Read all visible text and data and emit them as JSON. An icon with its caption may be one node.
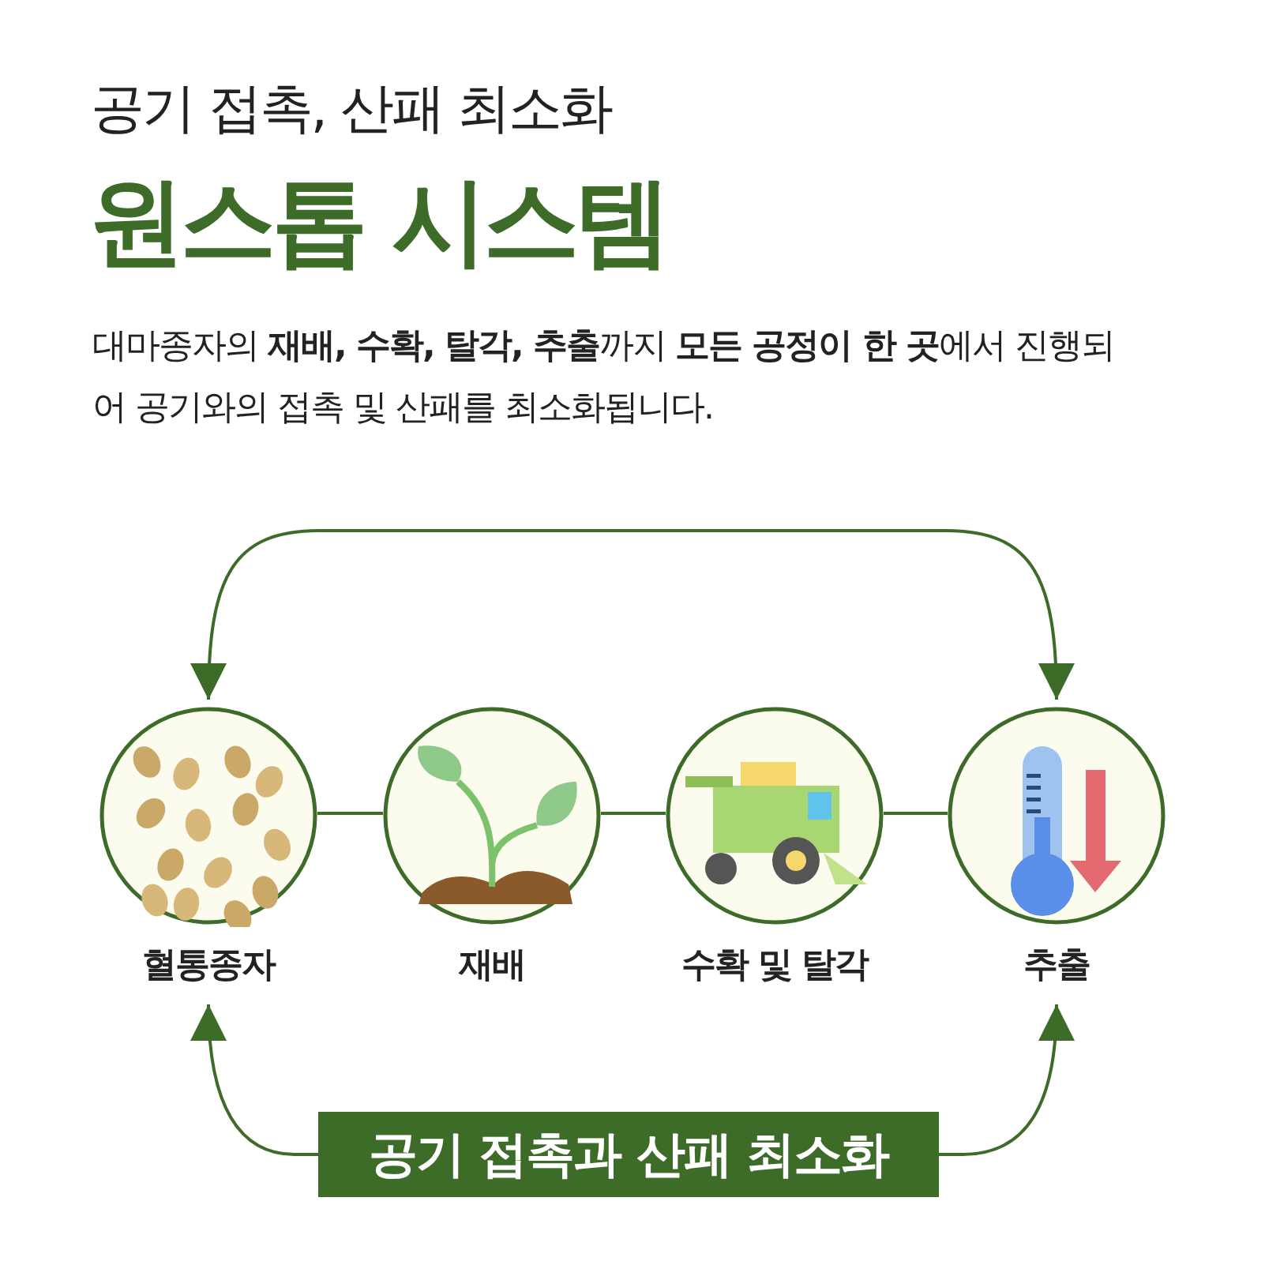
{
  "diagram": {
    "title": "원스톱 시스템",
    "nodes": [
      {
        "text": [
          "혈통종자"
        ]
      },
      {
        "text": [
          "재배"
        ]
      },
      {
        "text": [
          "수확 및 탈각"
        ]
      },
      {
        "text": [
          "추출"
        ]
      },
      {
        "text": [
          "공기 접촉과 산패 최소화"
        ]
      }
    ],
    "edges": [
      {
        "from": 0,
        "to": 1,
        "arrow": "none"
      },
      {
        "from": 1,
        "to": 2,
        "arrow": "none"
      },
      {
        "from": 2,
        "to": 3,
        "arrow": "none"
      },
      {
        "from": 0,
        "to": 3,
        "arrow": "both"
      },
      {
        "from": 4,
        "to": 0,
        "arrow": "to"
      },
      {
        "from": 4,
        "to": 3,
        "arrow": "to"
      }
    ],
    "labels": [
      "공기 접촉, 산패 최소화",
      "대마종자의 **재배, 수확, 탈각, 추출**까지 **모든 공정이 한 곳**에서 진행되어 공기와의 접촉 및 산패를 최소화됩니다."
    ]
  }
}
